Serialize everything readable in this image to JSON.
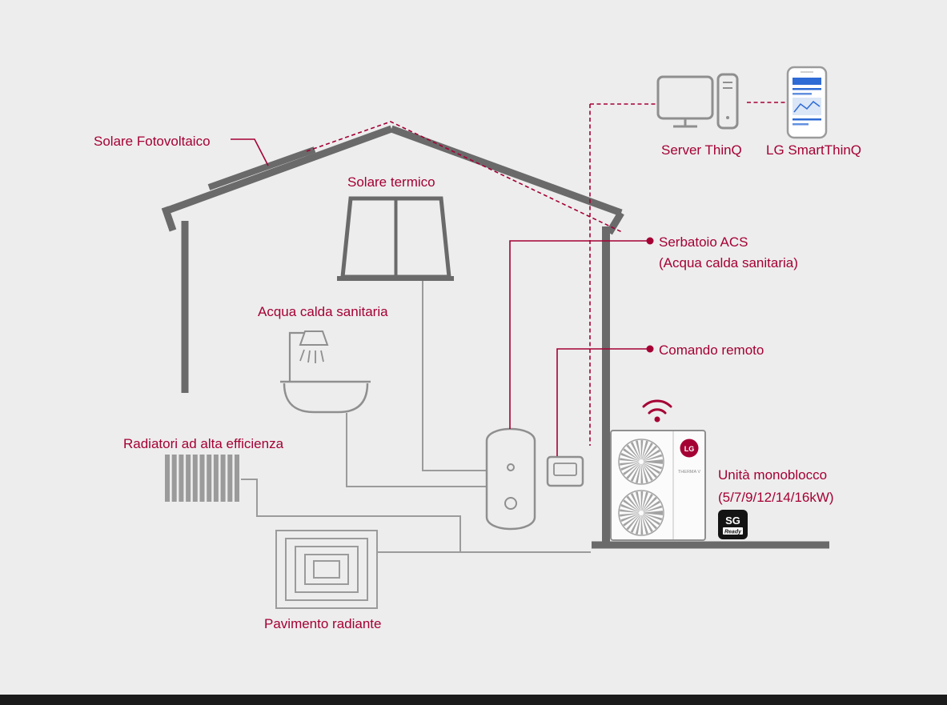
{
  "colors": {
    "background": "#ededed",
    "house_outline": "#6a6a6a",
    "pipes": "#9b9b9b",
    "accent_red": "#a50034",
    "footer_bar": "#1b1b1b",
    "phone_screen_blue": "#2e6bd4"
  },
  "labels": {
    "solar_pv": "Solare Fotovoltaico",
    "solar_thermal": "Solare termico",
    "hot_water": "Acqua calda sanitaria",
    "radiators": "Radiatori ad alta efficienza",
    "radiant_floor": "Pavimento radiante",
    "tank_line1": "Serbatoio ACS",
    "tank_line2": "(Acqua calda sanitaria)",
    "remote_control": "Comando remoto",
    "server": "Server ThinQ",
    "app": "LG SmartThinQ",
    "unit_line1": "Unità monoblocco",
    "unit_line2": "(5/7/9/12/14/16kW)"
  },
  "unit": {
    "brand": "LG",
    "model": "THERMA V"
  },
  "badge": {
    "line1": "SG",
    "line2": "Ready"
  }
}
